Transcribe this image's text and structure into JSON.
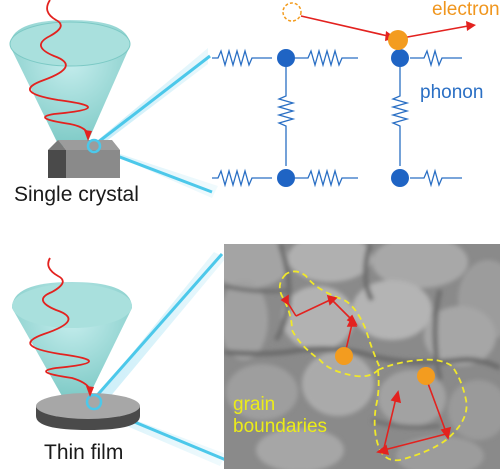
{
  "labels": {
    "single_crystal": "Single crystal",
    "thin_film": "Thin film",
    "electron": "electron",
    "phonon": "phonon",
    "grain_line1": "grain",
    "grain_line2": "boundaries"
  },
  "colors": {
    "photon_ray": "#e3221f",
    "electron": "#f39c1f",
    "phonon_atom": "#1f64c4",
    "spring": "#2a6fc4",
    "grain_boundary": "#f0e82a",
    "light_cone": "#8fd6d3",
    "zoom_beam": "#7fd6ee",
    "sem_background": "#8a8a8a"
  }
}
